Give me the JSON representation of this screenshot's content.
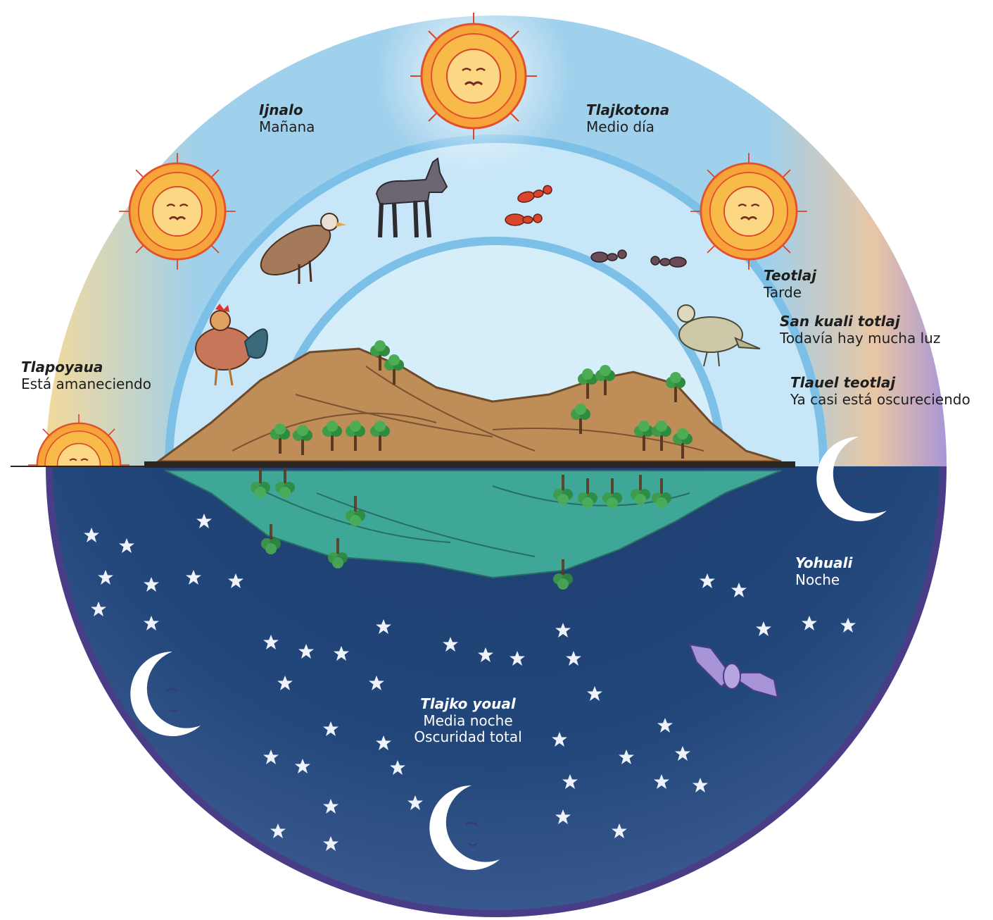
{
  "periods": [
    {
      "id": "tlapoyaua",
      "nahuatl": "Tlapoyaua",
      "spanish": "Está amaneciendo"
    },
    {
      "id": "ijnalo",
      "nahuatl": "Ijnalo",
      "spanish": "Mañana"
    },
    {
      "id": "tlajkotona",
      "nahuatl": "Tlajkotona",
      "spanish": "Medio día"
    },
    {
      "id": "teotlaj",
      "nahuatl": "Teotlaj",
      "spanish": "Tarde"
    },
    {
      "id": "san-kuali-totlaj",
      "nahuatl": "San kuali totlaj",
      "spanish": "Todavía hay mucha luz"
    },
    {
      "id": "tlauel-teotlaj",
      "nahuatl": "Tlauel teotlaj",
      "spanish": "Ya casi está oscureciendo"
    },
    {
      "id": "yohuali",
      "nahuatl": "Yohuali",
      "spanish": "Noche"
    },
    {
      "id": "tlajko-youal",
      "nahuatl": "Tlajko youal",
      "spanish": "Media noche",
      "extra": "Oscuridad total"
    }
  ],
  "colors": {
    "sky_outer": "#8cc9ea",
    "sky_inner": "#cfe9f8",
    "night": "#1d3a66",
    "night_rim": "#4a3c86",
    "dawn": "#f2d79a",
    "dusk": "#b7a3d8",
    "sun": "#f3a23a",
    "mountain": "#b98a56",
    "water": "#3aa597"
  },
  "icons": [
    "sun-icon",
    "moon-icon",
    "star-icon",
    "donkey-icon",
    "turkey-icon",
    "rooster-icon",
    "ant-icon",
    "dove-icon",
    "bat-icon",
    "mountain-icon",
    "tree-icon"
  ]
}
